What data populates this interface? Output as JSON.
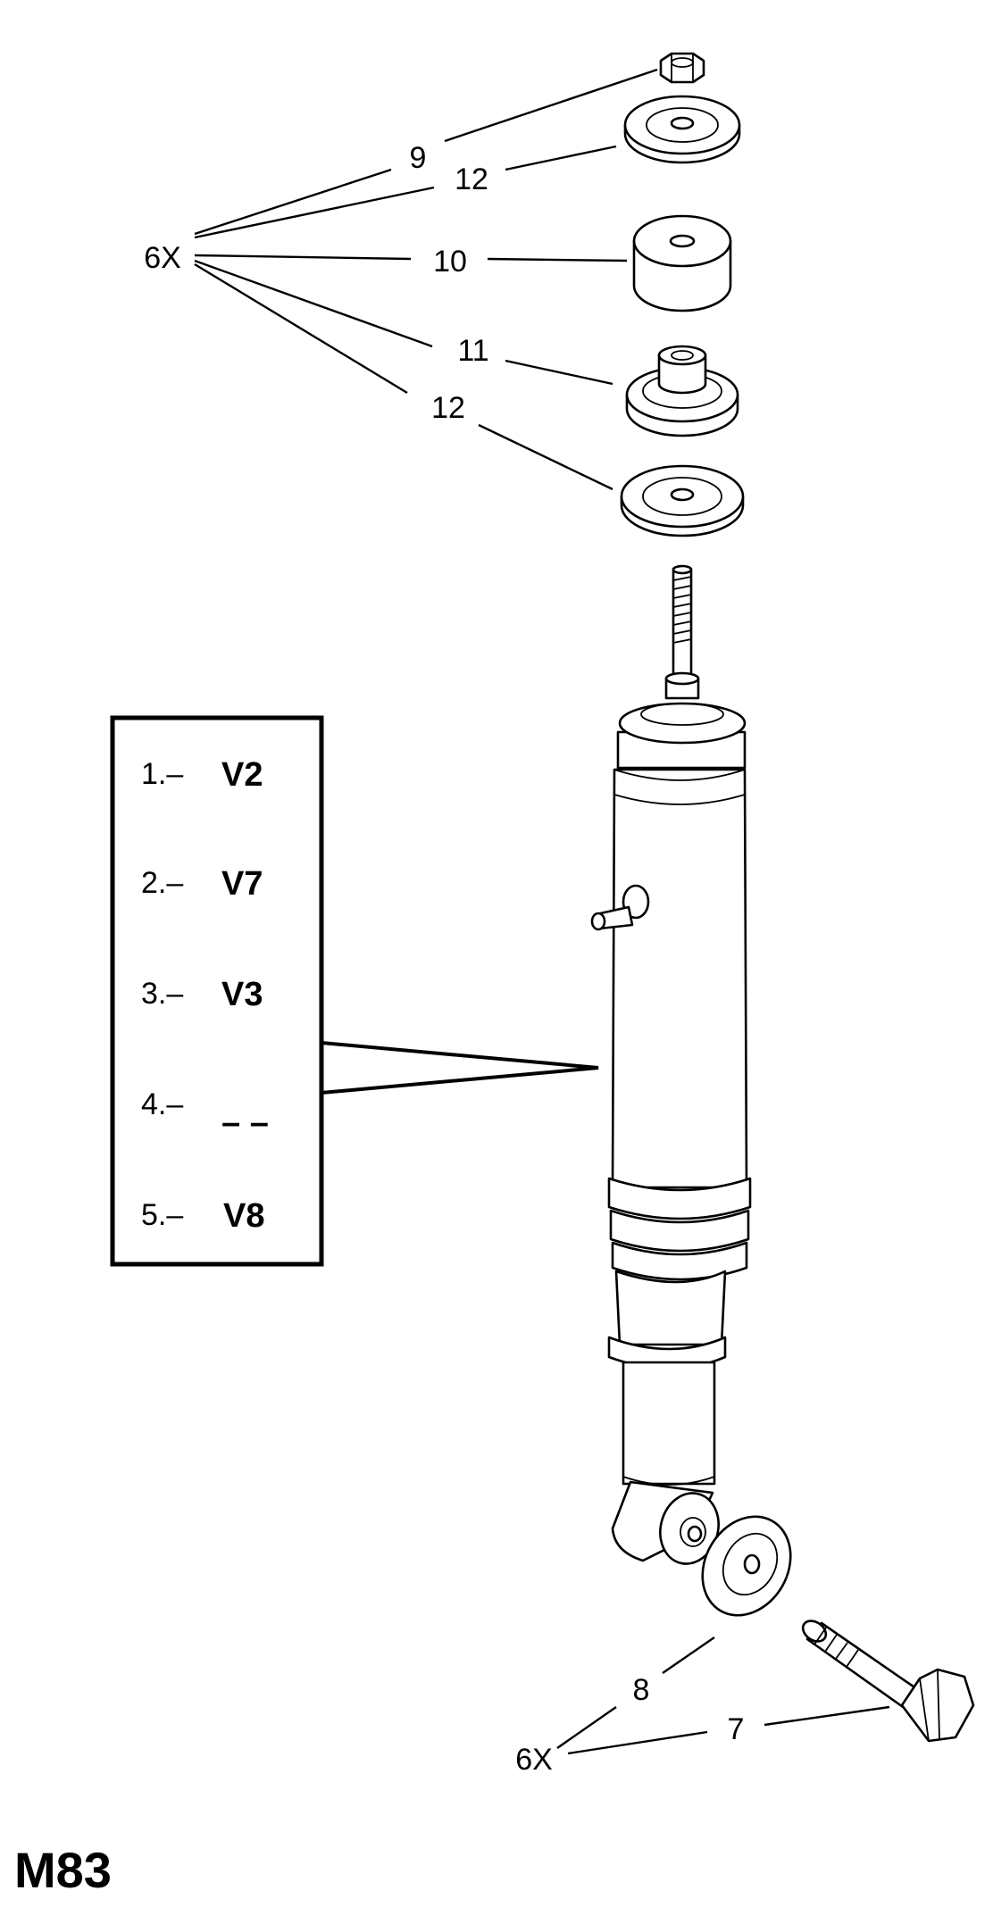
{
  "callouts": {
    "c9": "9",
    "c12a": "12",
    "c6x_top": "6X",
    "c10": "10",
    "c11": "11",
    "c12b": "12",
    "c8": "8",
    "c7": "7",
    "c6x_bottom": "6X"
  },
  "variant_table": {
    "rows": [
      {
        "num": "1.–",
        "code": "V2"
      },
      {
        "num": "2.–",
        "code": "V7"
      },
      {
        "num": "3.–",
        "code": "V3"
      },
      {
        "num": "4.–",
        "code": "– –"
      },
      {
        "num": "5.–",
        "code": "V8"
      }
    ]
  },
  "figure_code": "M83"
}
